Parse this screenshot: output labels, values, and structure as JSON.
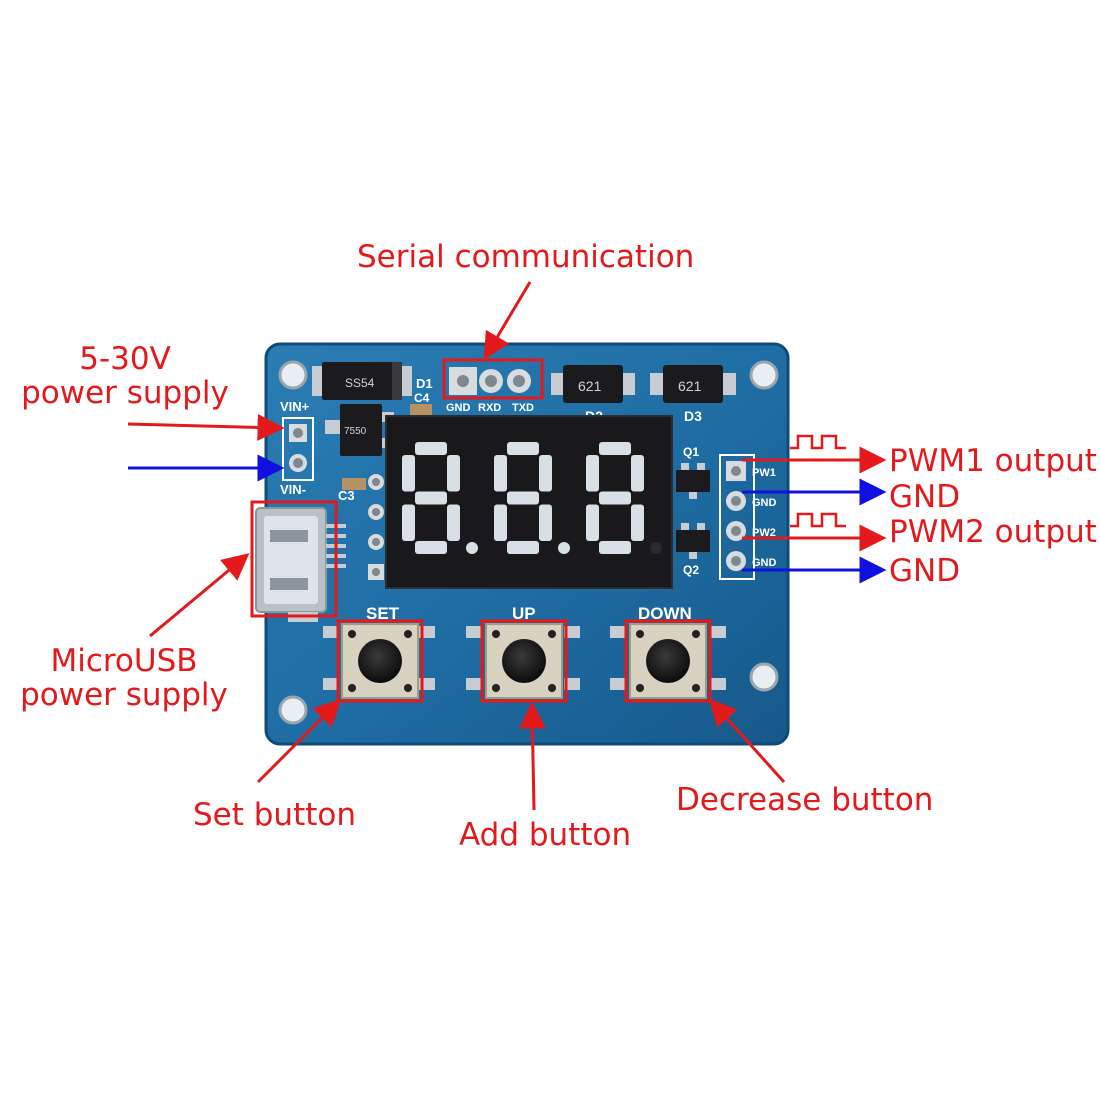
{
  "callouts": {
    "serial": "Serial communication",
    "power_line1": "5-30V",
    "power_line2": "power supply",
    "pwm1": "PWM1 output",
    "gnd1": "GND",
    "pwm2": "PWM2 output",
    "gnd2": "GND",
    "usb_line1": "MicroUSB",
    "usb_line2": "power supply",
    "set_button": "Set button",
    "add_button": "Add button",
    "decrease_button": "Decrease button"
  },
  "board": {
    "header_pins": [
      "GND",
      "RXD",
      "TXD"
    ],
    "vin_plus": "VIN+",
    "vin_minus": "VIN-",
    "output_pins": [
      "PW1",
      "GND",
      "PW2",
      "GND"
    ],
    "diode_d1": "D1",
    "diode_d2": "D2",
    "diode_d3": "D3",
    "cap_c4": "C4",
    "cap_c3": "C3",
    "transistor_q1": "Q1",
    "transistor_q2": "Q2",
    "diode_marking": "621",
    "button_set": "SET",
    "button_up": "UP",
    "button_down": "DOWN",
    "display_digits": [
      "8",
      "8",
      "8"
    ]
  },
  "colors": {
    "callout_red": "#e3191c",
    "arrow_blue": "#1010e0",
    "pcb_blue": "#1e6da3",
    "highlight_red": "#e3191c"
  }
}
